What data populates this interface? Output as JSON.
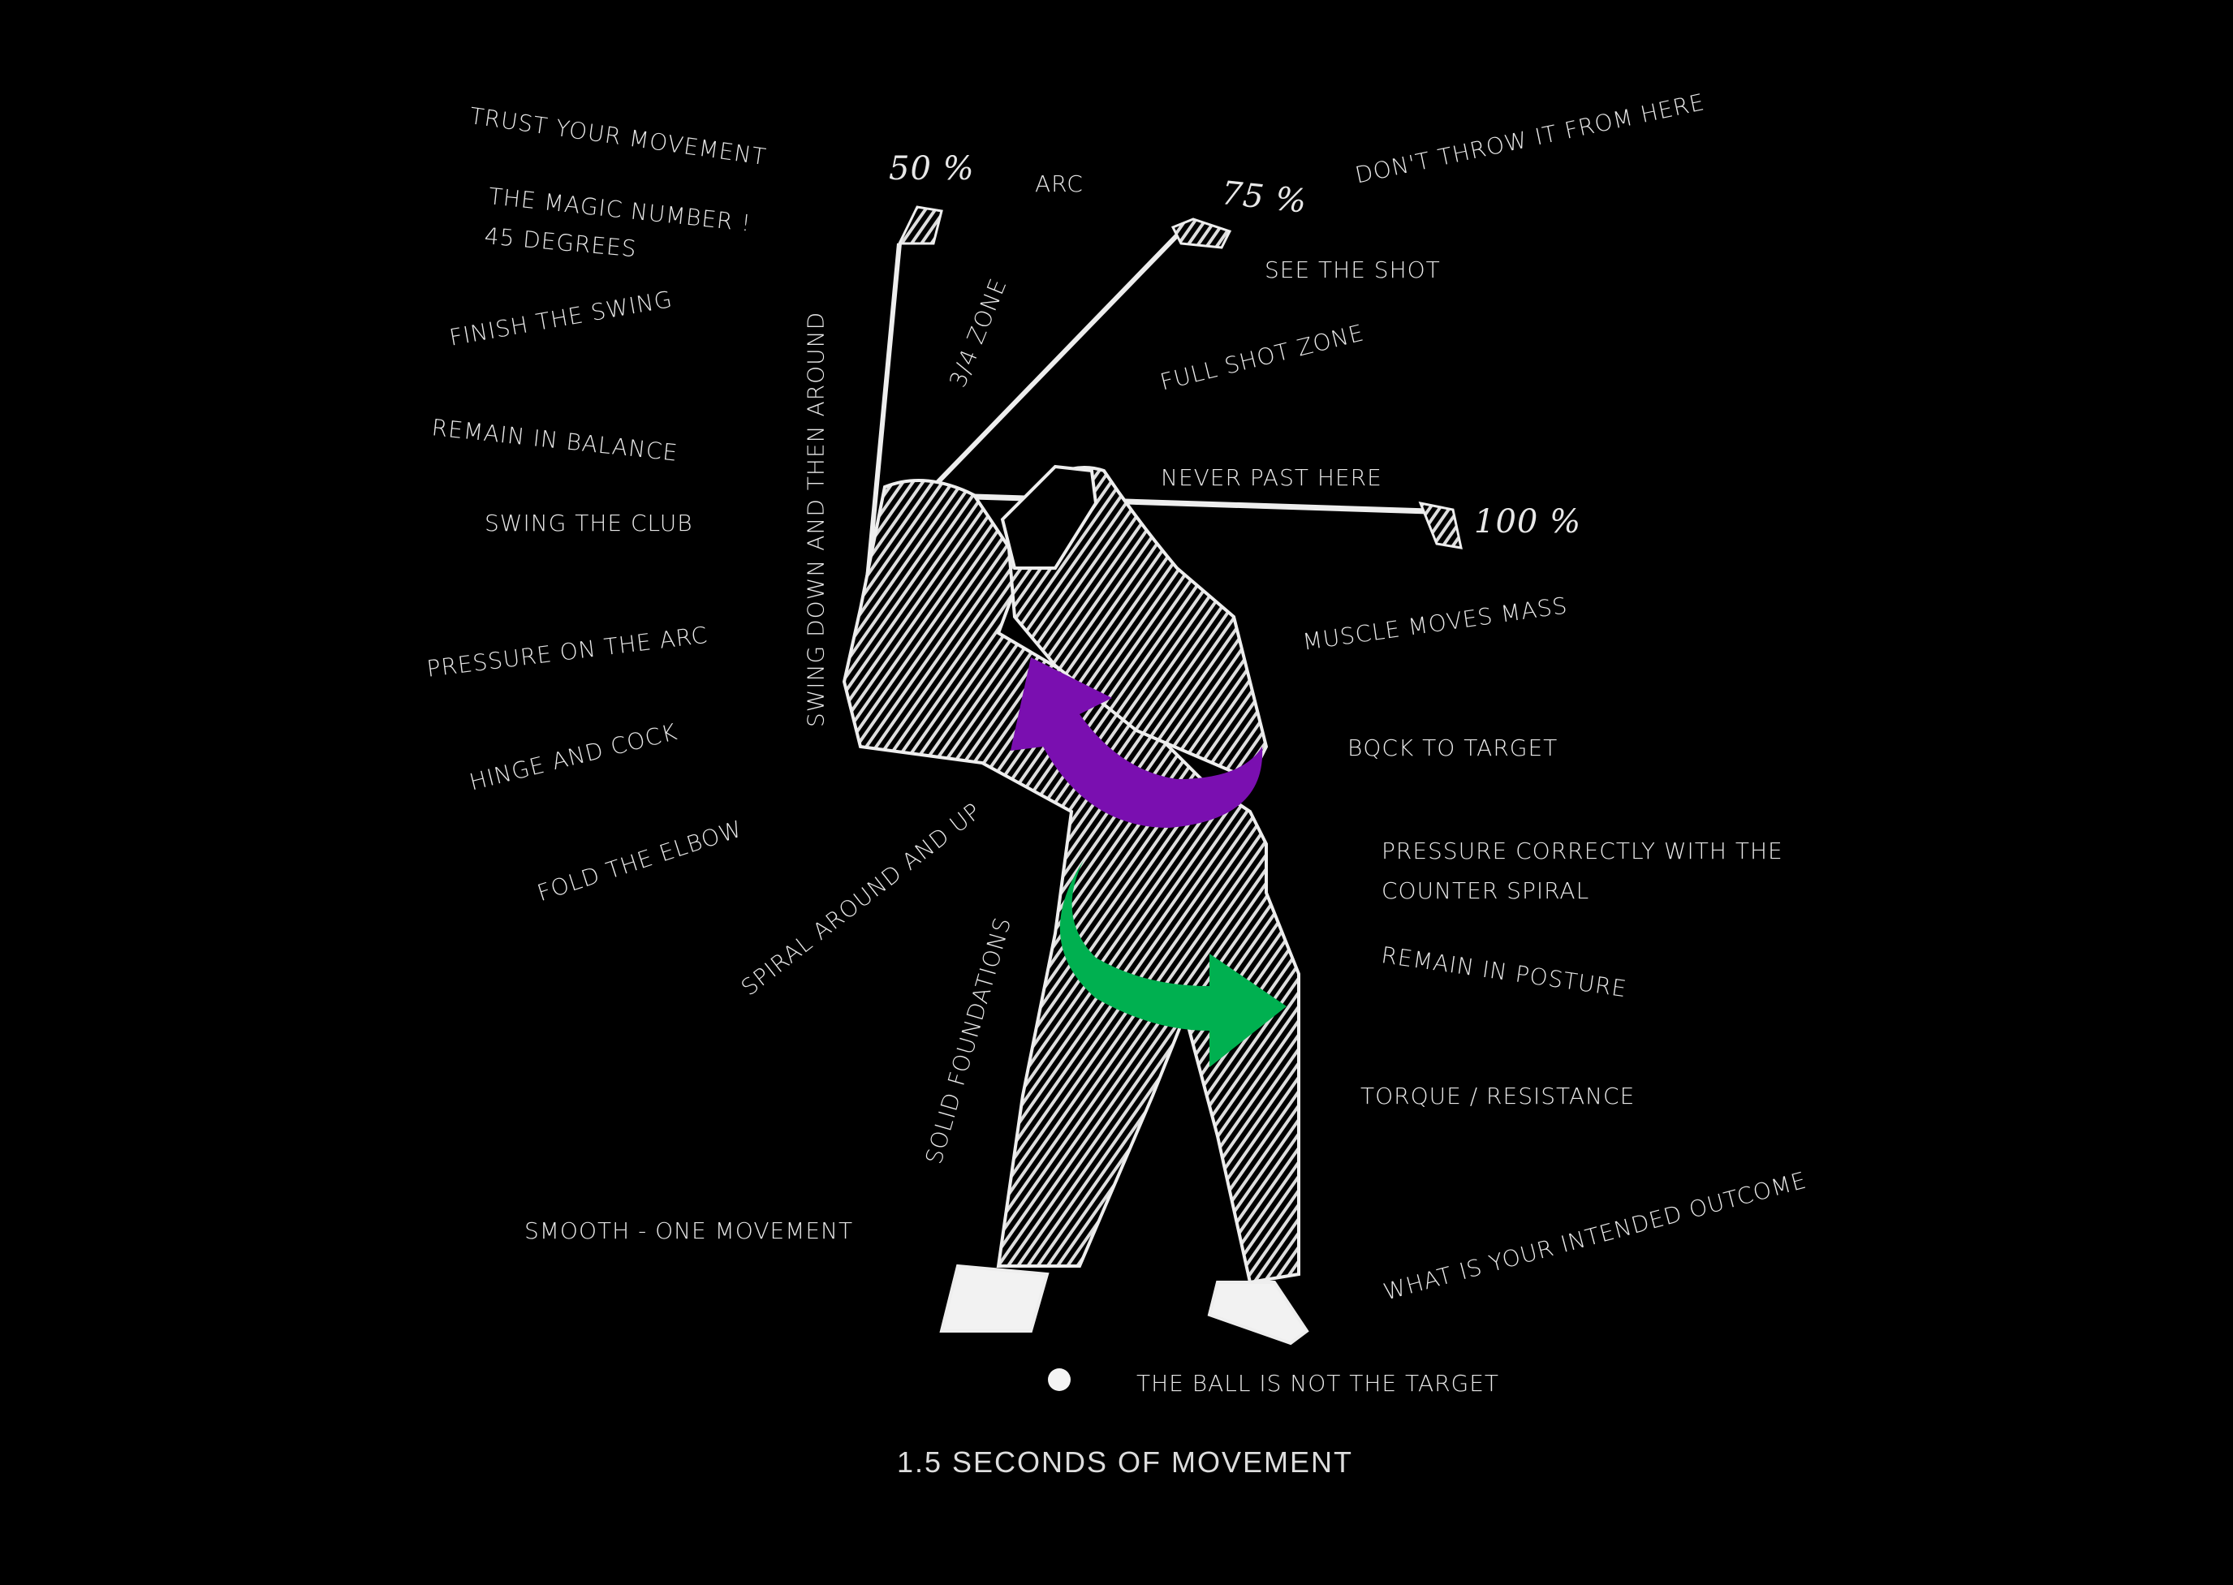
{
  "labels": {
    "trust": "TRUST YOUR MOVEMENT",
    "magic": "THE MAGIC  NUMBER !",
    "degrees": "45 DEGREES",
    "p50": "50 %",
    "arc": "ARC",
    "p75": "75 %",
    "dont_throw": "DON'T THROW IT FROM HERE",
    "see_shot": "SEE THE SHOT",
    "finish": "FINISH THE SWING",
    "three_quarter": "3/4 ZONE",
    "swing_down": "SWING DOWN AND THEN AROUND",
    "full_shot": "FULL SHOT ZONE",
    "balance": "REMAIN IN BALANCE",
    "never_past": "NEVER PAST HERE",
    "p100": "100 %",
    "swing_club": "SWING THE CLUB",
    "muscle": "MUSCLE MOVES MASS",
    "pressure_arc": "PRESSURE ON THE ARC",
    "back_target": "BQCK TO TARGET",
    "hinge": "HINGE AND COCK",
    "pressure_correct_1": "PRESSURE CORRECTLY WITH THE",
    "pressure_correct_2": "COUNTER SPIRAL",
    "fold": "FOLD THE ELBOW",
    "spiral": "SPIRAL AROUND AND UP",
    "posture": "REMAIN IN POSTURE",
    "solid": "SOLID FOUNDATIONS",
    "torque": "TORQUE / RESISTANCE",
    "smooth": "SMOOTH - ONE MOVEMENT",
    "outcome": "WHAT IS YOUR INTENDED OUTCOME",
    "ball": "THE BALL IS NOT THE TARGET"
  },
  "title": "1.5 SECONDS OF MOVEMENT",
  "colors": {
    "purple_arrow": "#7a0fb0",
    "green_arrow": "#00b050"
  }
}
